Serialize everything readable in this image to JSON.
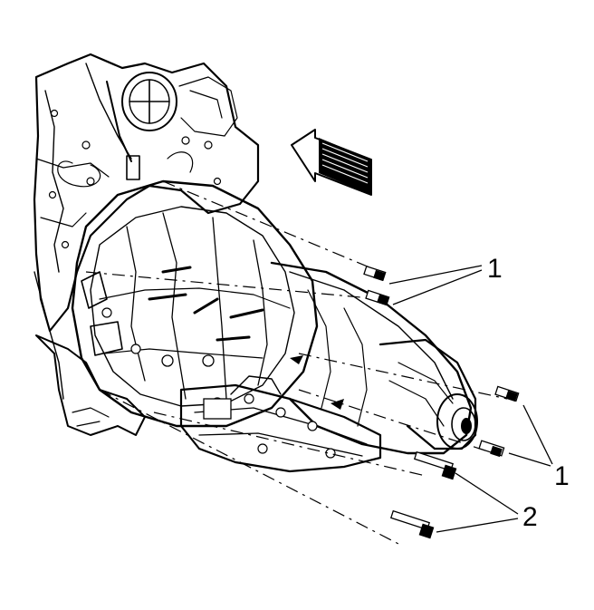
{
  "diagram": {
    "callouts": [
      {
        "id": "1",
        "label": "1"
      },
      {
        "id": "1b",
        "label": "1"
      },
      {
        "id": "2",
        "label": "2"
      }
    ],
    "colors": {
      "line": "#000000",
      "background": "#ffffff",
      "shade": "#d9d9d9"
    },
    "icons": [
      "direction-arrow-icon",
      "stud-icon",
      "bolt-icon"
    ]
  }
}
